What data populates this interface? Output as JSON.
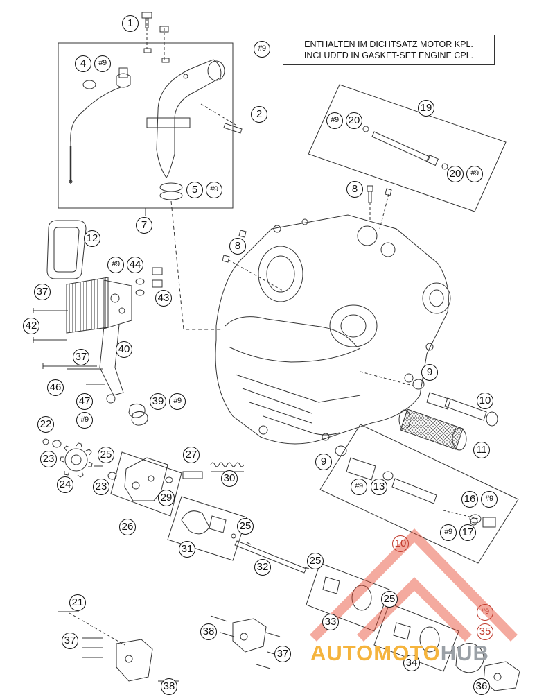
{
  "legend": {
    "tag": "#9",
    "line1": "ENTHALTEN IM DICHTSATZ MOTOR KPL.",
    "line2": "INCLUDED IN GASKET-SET ENGINE CPL."
  },
  "watermark": {
    "part1": "AUTO",
    "part2": "MOTO",
    "part3": "HUB"
  },
  "colors": {
    "line": "#333333",
    "callout_red": "#c0392b",
    "watermark_red": "#e8452c",
    "watermark_orange": "#f5b43d",
    "watermark_grey": "#9aa0a6"
  },
  "callouts": [
    {
      "label": "1"
    },
    {
      "label": "2"
    },
    {
      "label": "4"
    },
    {
      "label": "#9"
    },
    {
      "label": "5"
    },
    {
      "label": "#9"
    },
    {
      "label": "7"
    },
    {
      "label": "8"
    },
    {
      "label": "8"
    },
    {
      "label": "19"
    },
    {
      "label": "#9"
    },
    {
      "label": "20"
    },
    {
      "label": "20"
    },
    {
      "label": "#9"
    },
    {
      "label": "12"
    },
    {
      "label": "#9"
    },
    {
      "label": "44"
    },
    {
      "label": "43"
    },
    {
      "label": "37"
    },
    {
      "label": "42"
    },
    {
      "label": "40"
    },
    {
      "label": "37"
    },
    {
      "label": "46"
    },
    {
      "label": "47"
    },
    {
      "label": "#9"
    },
    {
      "label": "39"
    },
    {
      "label": "#9"
    },
    {
      "label": "9"
    },
    {
      "label": "10"
    },
    {
      "label": "11"
    },
    {
      "label": "9"
    },
    {
      "label": "#9"
    },
    {
      "label": "13"
    },
    {
      "label": "16"
    },
    {
      "label": "#9"
    },
    {
      "label": "#9"
    },
    {
      "label": "17"
    },
    {
      "label": "10"
    },
    {
      "label": "22"
    },
    {
      "label": "23"
    },
    {
      "label": "25"
    },
    {
      "label": "23"
    },
    {
      "label": "24"
    },
    {
      "label": "27"
    },
    {
      "label": "30"
    },
    {
      "label": "29"
    },
    {
      "label": "26"
    },
    {
      "label": "25"
    },
    {
      "label": "31"
    },
    {
      "label": "32"
    },
    {
      "label": "25"
    },
    {
      "label": "25"
    },
    {
      "label": "33"
    },
    {
      "label": "#9"
    },
    {
      "label": "35"
    },
    {
      "label": "21"
    },
    {
      "label": "38"
    },
    {
      "label": "37"
    },
    {
      "label": "37"
    },
    {
      "label": "34"
    },
    {
      "label": "38"
    },
    {
      "label": "36"
    }
  ]
}
